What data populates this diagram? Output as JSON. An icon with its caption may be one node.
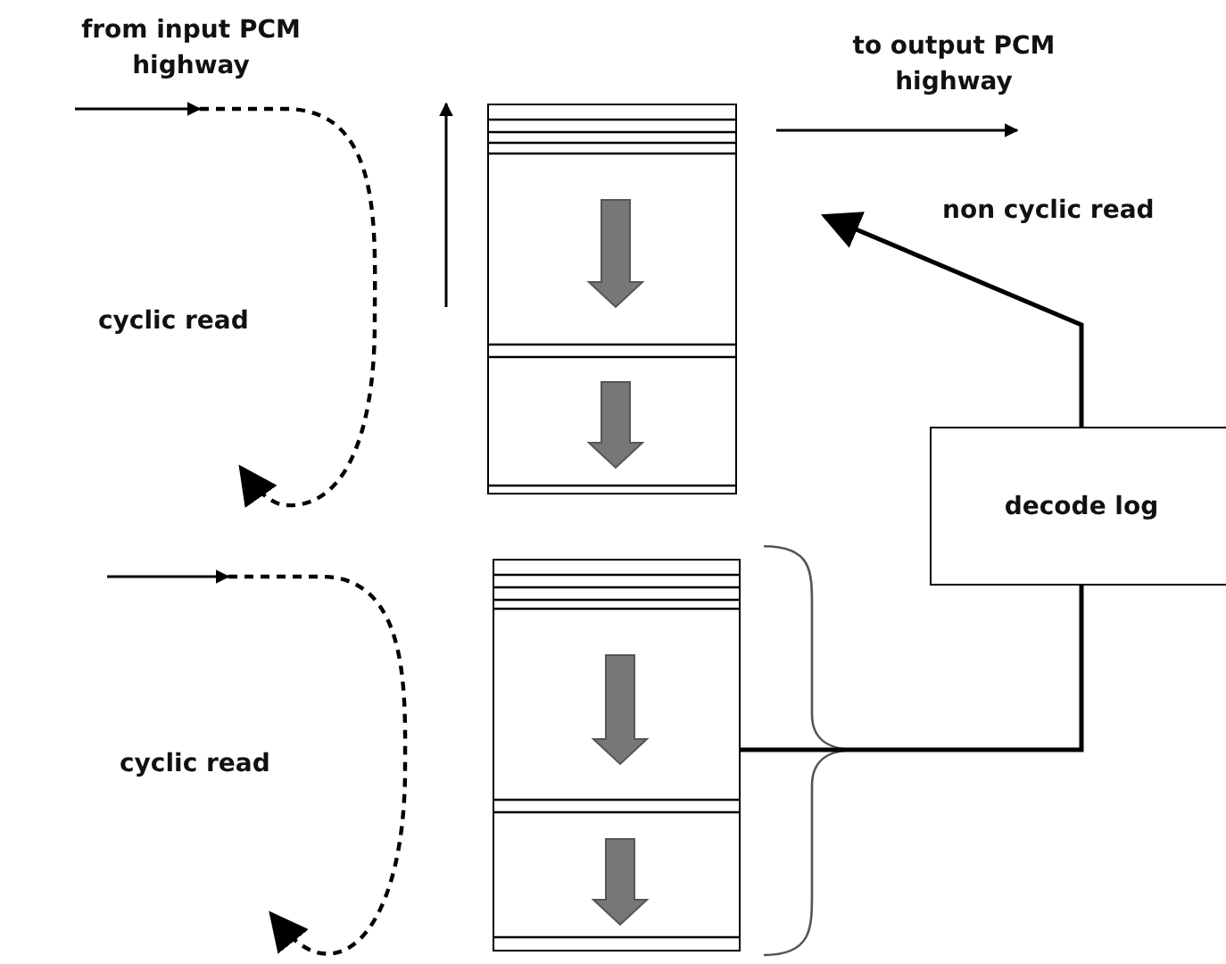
{
  "diagram": {
    "nodes": [
      {
        "text": [
          "decode log"
        ]
      },
      {
        "text": [],
        "shape": "box"
      },
      {
        "text": [],
        "shape": "box"
      }
    ],
    "edges": [
      {
        "from": 0,
        "to": null,
        "arrow": "to",
        "label": "non cyclic read"
      },
      {
        "from": 2,
        "to": 0,
        "arrow": "none"
      }
    ],
    "labels": [
      "from input PCM highway",
      "to output PCM highway",
      "cyclic read",
      "cyclic read"
    ]
  }
}
